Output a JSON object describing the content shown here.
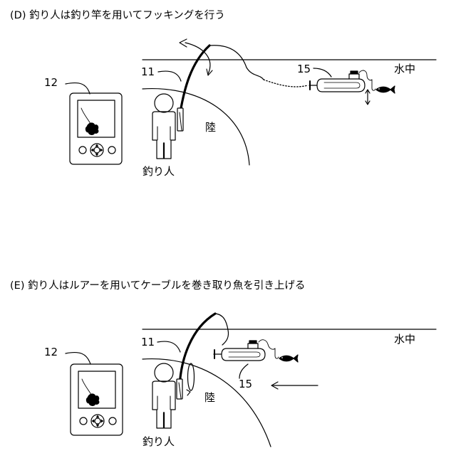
{
  "panel_d": {
    "caption": "(D) 釣り人は釣り竿を用いてフッキングを行う",
    "ref_device": "12",
    "ref_rod": "11",
    "ref_vehicle": "15",
    "label_water": "水中",
    "label_land": "陸",
    "label_angler": "釣り人"
  },
  "panel_e": {
    "caption": "(E) 釣り人はルアーを用いてケーブルを巻き取り魚を引き上げる",
    "ref_device": "12",
    "ref_rod": "11",
    "ref_vehicle": "15",
    "label_water": "水中",
    "label_land": "陸",
    "label_angler": "釣り人"
  },
  "colors": {
    "ink": "#000000",
    "background": "#ffffff"
  },
  "icons": [
    "fish-finder-device-icon",
    "angler-figure-icon",
    "fishing-rod-icon",
    "underwater-vehicle-icon",
    "fish-icon",
    "movement-arrow-icon"
  ]
}
